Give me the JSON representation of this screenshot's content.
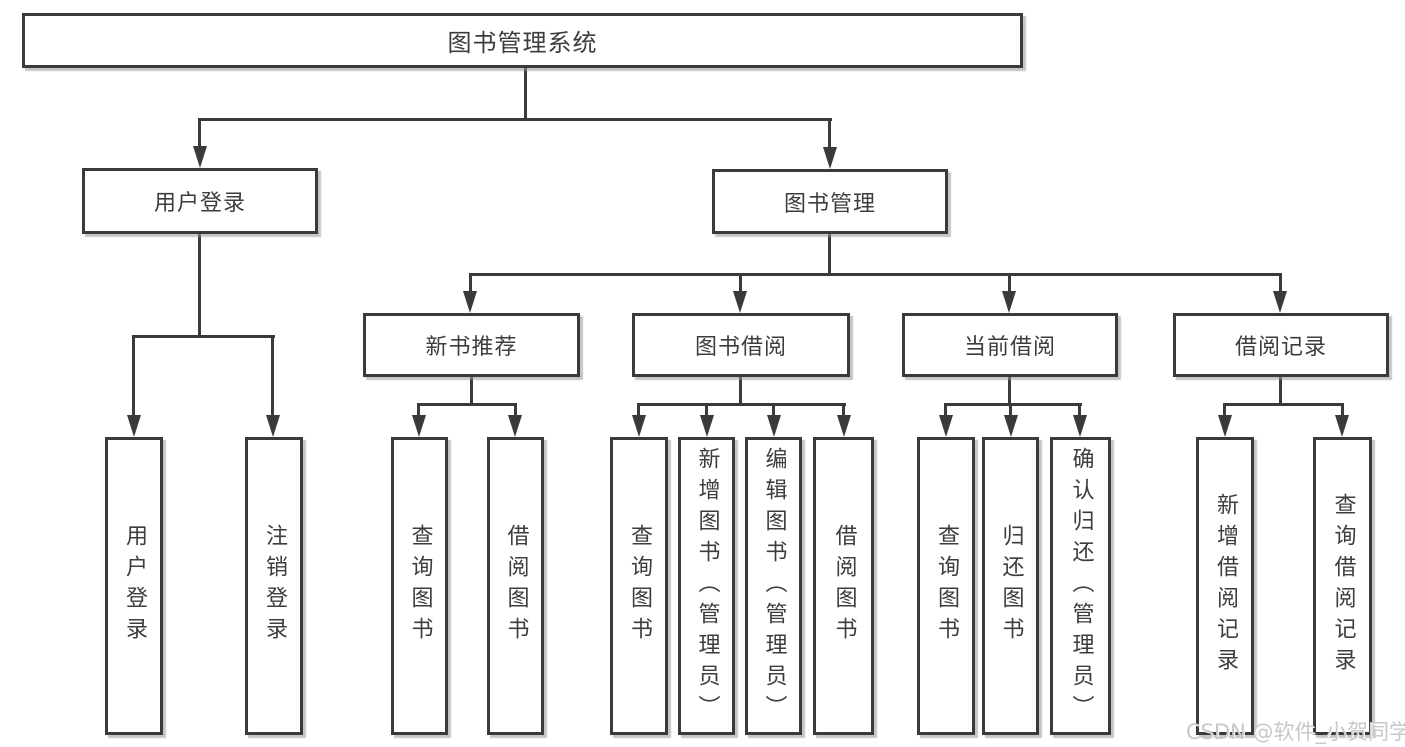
{
  "tree": {
    "root": {
      "label": "图书管理系统",
      "children": [
        {
          "label": "用户登录",
          "children": [
            {
              "label": "用户登录"
            },
            {
              "label": "注销登录"
            }
          ]
        },
        {
          "label": "图书管理",
          "children": [
            {
              "label": "新书推荐",
              "children": [
                {
                  "label": "查询图书"
                },
                {
                  "label": "借阅图书"
                }
              ]
            },
            {
              "label": "图书借阅",
              "children": [
                {
                  "label": "查询图书"
                },
                {
                  "label": "新增图书（管理员）"
                },
                {
                  "label": "编辑图书（管理员）"
                },
                {
                  "label": "借阅图书"
                }
              ]
            },
            {
              "label": "当前借阅",
              "children": [
                {
                  "label": "查询图书"
                },
                {
                  "label": "归还图书"
                },
                {
                  "label": "确认归还（管理员）"
                }
              ]
            },
            {
              "label": "借阅记录",
              "children": [
                {
                  "label": "新增借阅记录"
                },
                {
                  "label": "查询借阅记录"
                }
              ]
            }
          ]
        }
      ]
    }
  },
  "watermark": {
    "text": "CSDN @软件_小贺同学"
  },
  "colors": {
    "line": "#3a3a3a",
    "box_border": "#3a3a3a",
    "box_fill": "#ffffff",
    "text": "#3d3d3d",
    "watermark": "#c8c8c8",
    "background": "#ffffff"
  }
}
